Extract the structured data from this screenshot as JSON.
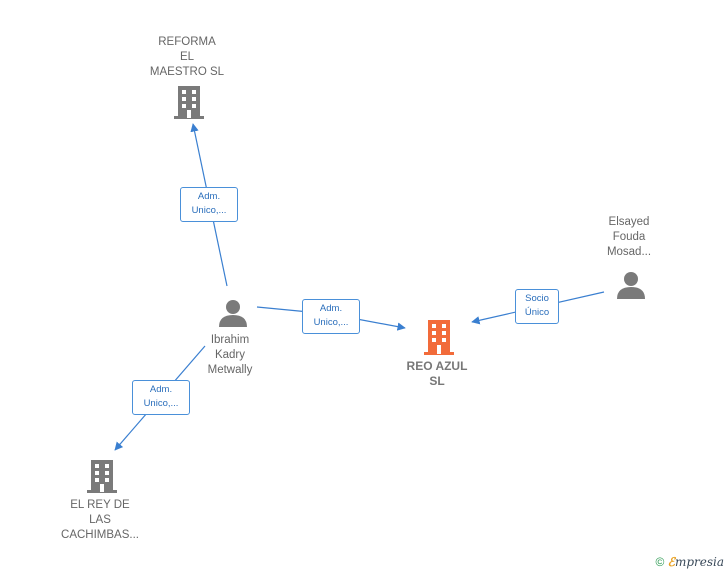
{
  "nodes": {
    "reforma": {
      "label": "REFORMA\nEL\nMAESTRO  SL"
    },
    "ibrahim": {
      "label": "Ibrahim\nKadry\nMetwally"
    },
    "reo": {
      "label": "REO AZUL\nSL"
    },
    "elsayed": {
      "label": "Elsayed\nFouda\nMosad..."
    },
    "elrey": {
      "label": "EL REY DE\nLAS\nCACHIMBAS..."
    }
  },
  "edges": {
    "ibrahim_reforma": {
      "label": "Adm.\nUnico,..."
    },
    "ibrahim_reo": {
      "label": "Adm.\nUnico,..."
    },
    "elsayed_reo": {
      "label": "Socio\nÚnico"
    },
    "ibrahim_elrey": {
      "label": "Adm.\nUnico,..."
    }
  },
  "footer": {
    "copyright": "©",
    "brand_e": "ℰ",
    "brand_rest": "mpresia"
  },
  "colors": {
    "main_company": "#f26b3a",
    "company": "#7a7a7a",
    "person": "#7a7a7a",
    "edge": "#3a7fd0"
  }
}
